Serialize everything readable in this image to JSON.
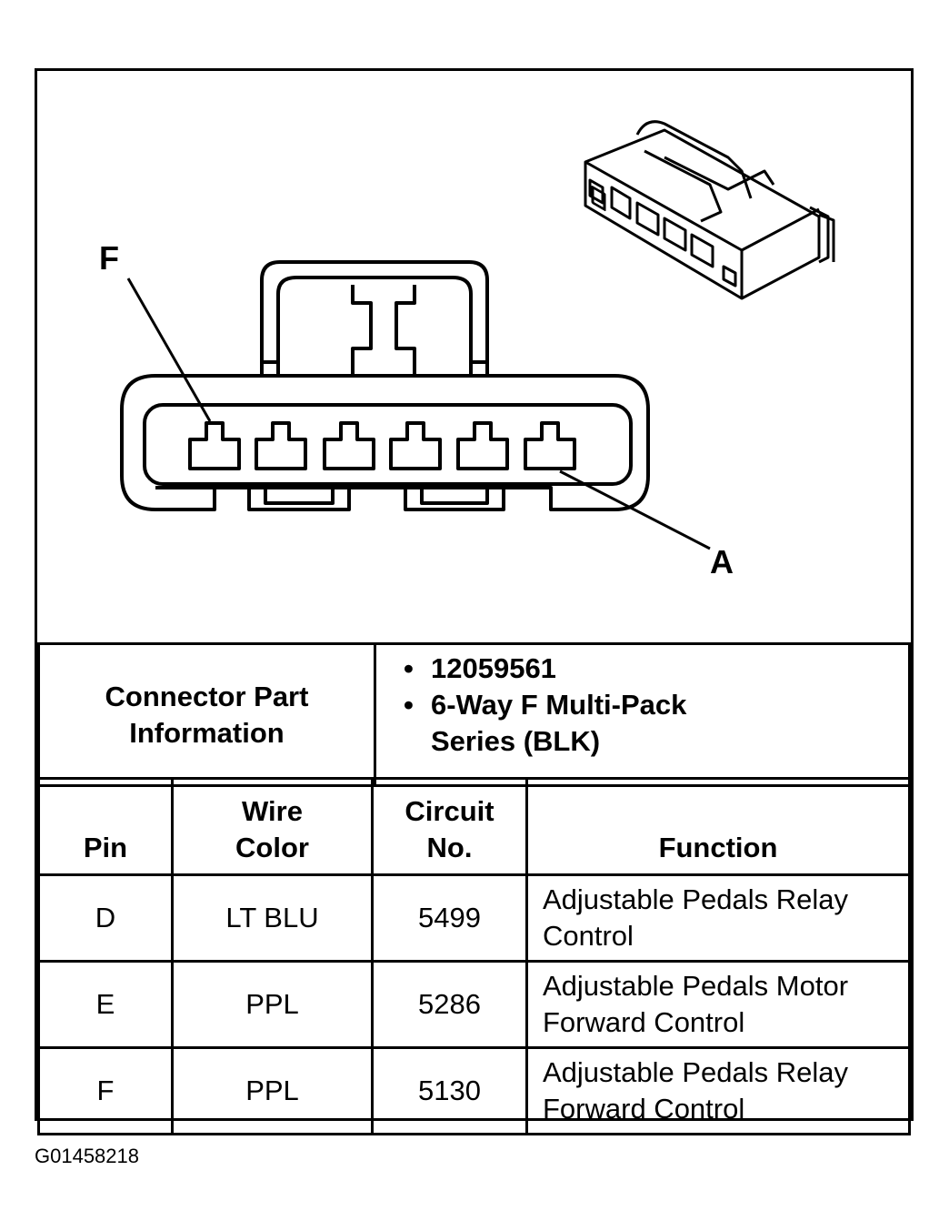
{
  "diagram": {
    "pin_callouts": [
      "F",
      "A"
    ]
  },
  "connector_info": {
    "label_line1": "Connector Part",
    "label_line2": "Information",
    "bullets": [
      "12059561",
      "6-Way F Multi-Pack Series (BLK)"
    ]
  },
  "pin_table": {
    "headers": {
      "pin": "Pin",
      "wire_color_1": "Wire",
      "wire_color_2": "Color",
      "circuit_1": "Circuit",
      "circuit_2": "No.",
      "function": "Function"
    },
    "rows": [
      {
        "pin": "D",
        "wire_color": "LT BLU",
        "circuit": "5499",
        "function": "Adjustable Pedals Relay Control"
      },
      {
        "pin": "E",
        "wire_color": "PPL",
        "circuit": "5286",
        "function": "Adjustable Pedals Motor Forward Control"
      },
      {
        "pin": "F",
        "wire_color": "PPL",
        "circuit": "5130",
        "function": "Adjustable Pedals Relay Forward Control"
      }
    ]
  },
  "figure_id": "G01458218"
}
